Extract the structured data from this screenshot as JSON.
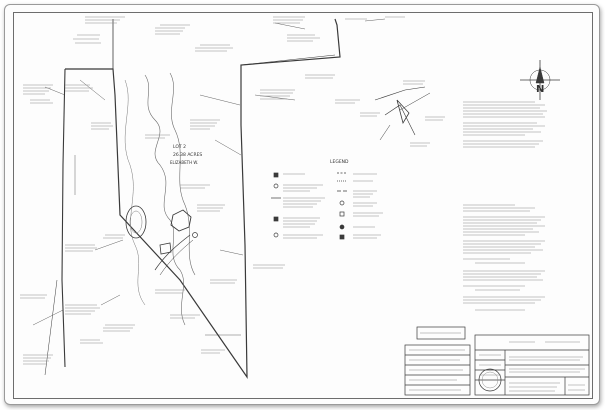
{
  "plan": {
    "lot_label": "LOT 2",
    "area_text": "26.38 ACRES",
    "subtitle_text": "ELIZABETH W.",
    "legend_title": "LEGEND",
    "north_arrow_letter": "N"
  },
  "colors": {
    "line": "#3a3a3a",
    "faint_line": "#9a9a9a",
    "paper": "#fdfdfd",
    "frame": "#6d6d6d"
  }
}
